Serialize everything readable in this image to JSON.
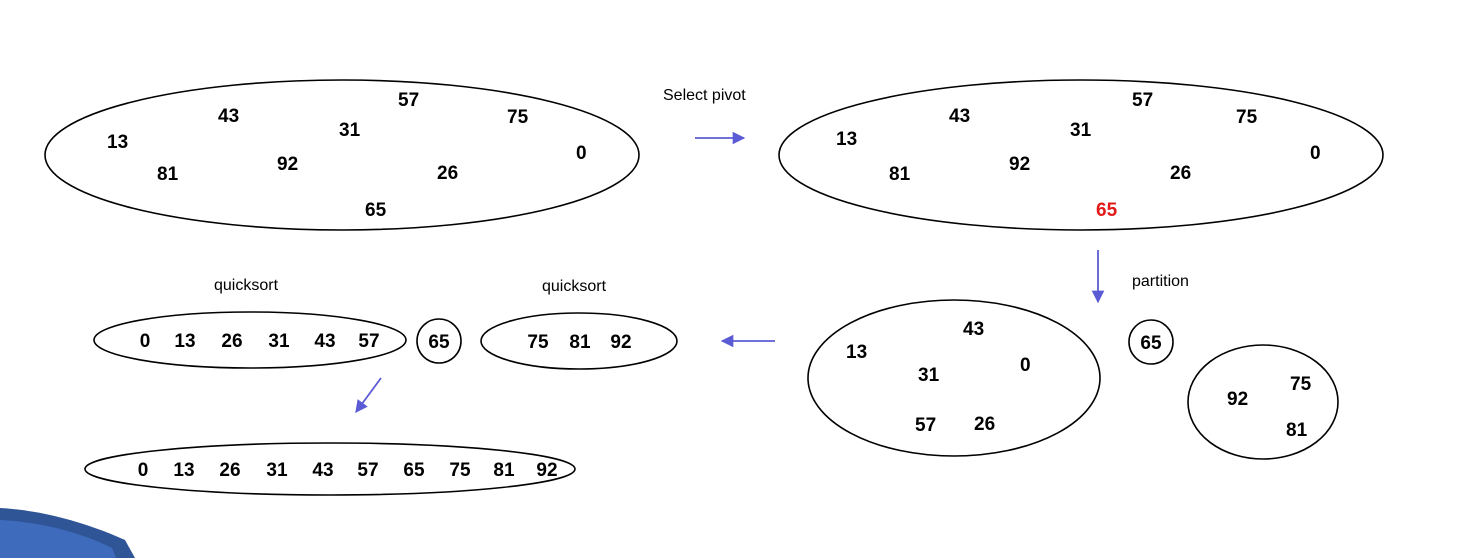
{
  "colors": {
    "arrow": "#5b5bd6",
    "pivot": "#e11919",
    "ink": "#000000",
    "corner_band": "#2f5597"
  },
  "labels": {
    "select_pivot": "Select pivot",
    "partition": "partition",
    "quicksort_left": "quicksort",
    "quicksort_right": "quicksort"
  },
  "sets": {
    "initial": [
      "13",
      "43",
      "31",
      "57",
      "75",
      "81",
      "92",
      "26",
      "0",
      "65"
    ],
    "pivot_selected": {
      "others": [
        "13",
        "43",
        "31",
        "57",
        "75",
        "81",
        "92",
        "26",
        "0"
      ],
      "pivot": "65"
    },
    "partition_left": [
      "13",
      "43",
      "31",
      "0",
      "57",
      "26"
    ],
    "partition_pivot": "65",
    "partition_right": [
      "92",
      "75",
      "81"
    ],
    "sorted_left": [
      "0",
      "13",
      "26",
      "31",
      "43",
      "57"
    ],
    "sorted_pivot": "65",
    "sorted_right": [
      "75",
      "81",
      "92"
    ],
    "final": [
      "0",
      "13",
      "26",
      "31",
      "43",
      "57",
      "65",
      "75",
      "81",
      "92"
    ]
  }
}
